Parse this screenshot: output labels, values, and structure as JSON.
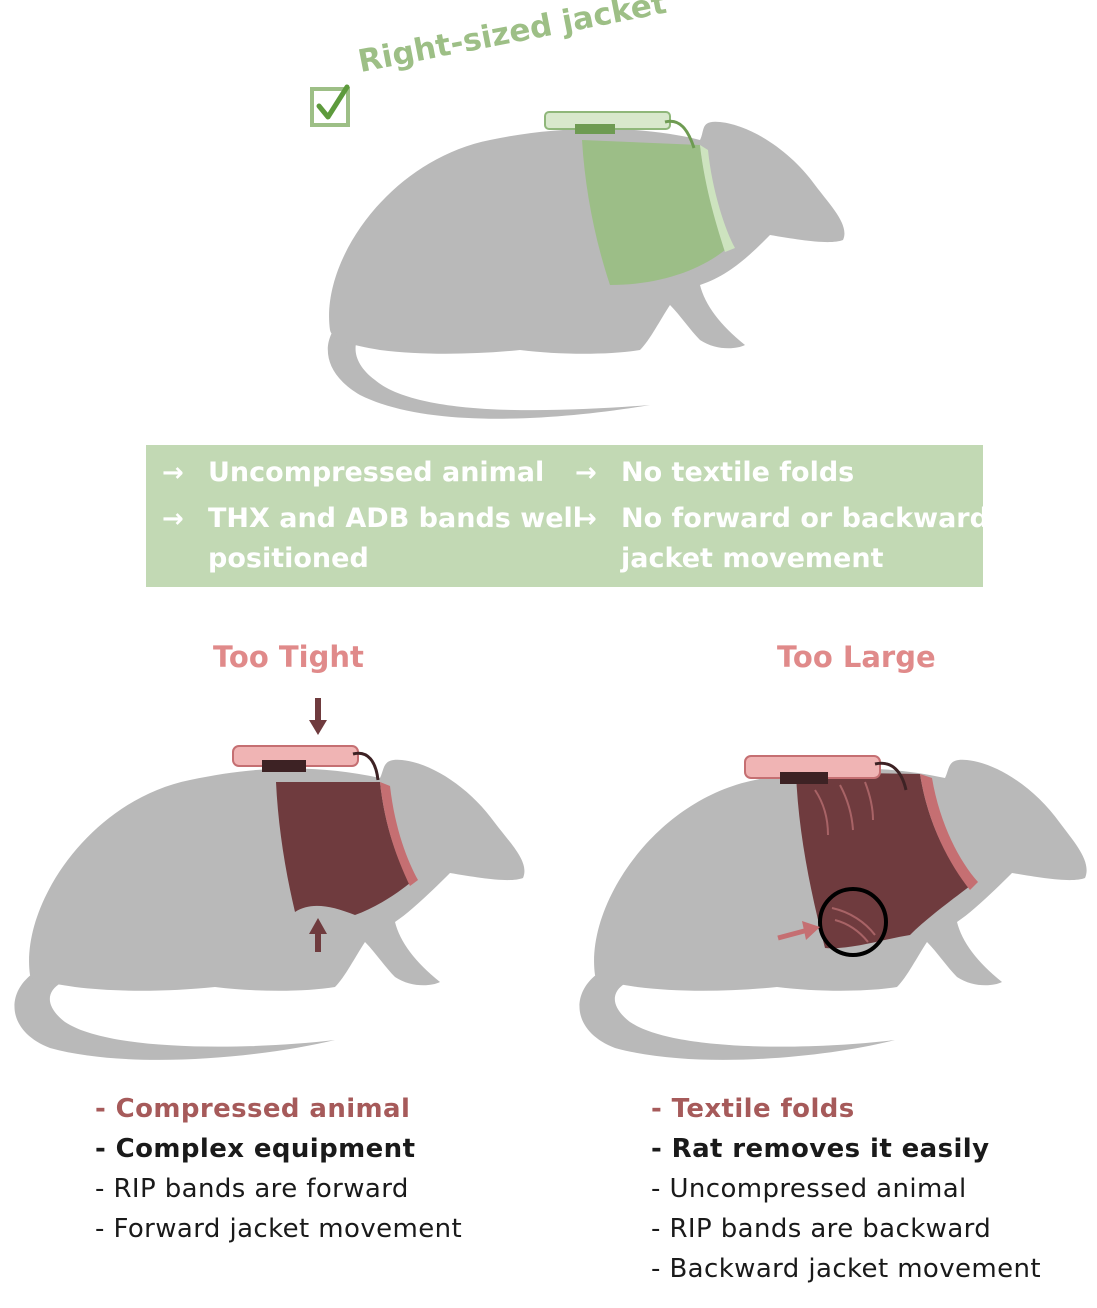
{
  "top": {
    "title": "Right-sized jacket",
    "benefits": [
      "Uncompressed animal",
      "THX and ADB bands well",
      "positioned",
      "No textile folds",
      "No forward or backward",
      "jacket movement"
    ]
  },
  "tight": {
    "title": "Too Tight",
    "items": [
      "- Compressed animal",
      "- Complex equipment",
      "- RIP bands are forward",
      "- Forward jacket movement"
    ]
  },
  "large": {
    "title": "Too Large",
    "items": [
      "- Textile folds",
      "- Rat removes it easily",
      "- Uncompressed animal",
      "- RIP bands are backward",
      "- Backward jacket movement"
    ]
  },
  "colors": {
    "rat_body": "#b9b9b9",
    "jacket_good": "#9cbe87",
    "jacket_bad": "#6f3b3e",
    "jacket_bad_trim": "#c56f72",
    "green_box": "#c2d9b4",
    "title_red": "#e08a8a"
  }
}
